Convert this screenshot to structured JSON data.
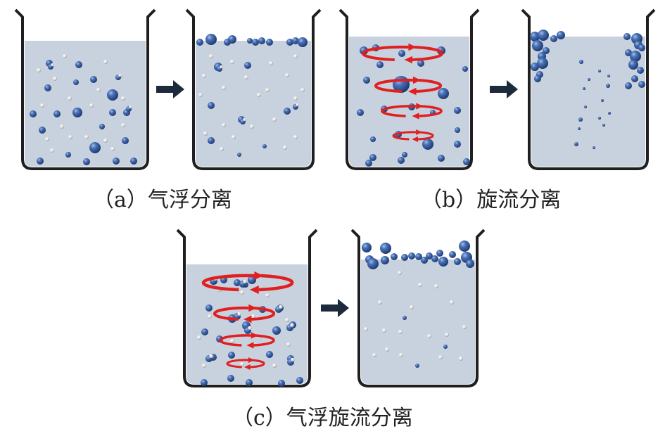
{
  "captions": {
    "a": "（a）气浮分离",
    "b": "（b）旋流分离",
    "c": "（c）气浮旋流分离"
  },
  "colors": {
    "water": "#c8d2de",
    "glass": "#1f1f1f",
    "bubble_blue": "#2f5597",
    "bubble_white": "#e8e8e8",
    "swirl_red": "#e02020",
    "arrow": "#1c2a3c"
  }
}
